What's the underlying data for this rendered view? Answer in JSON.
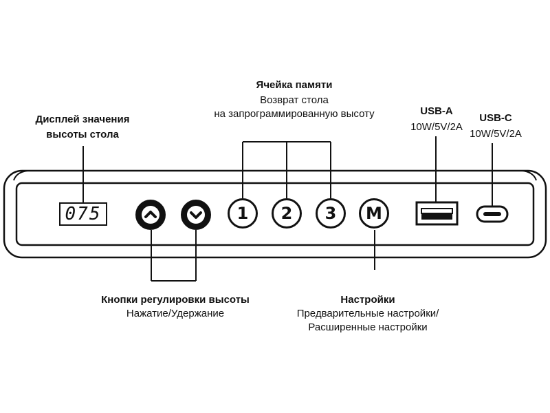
{
  "display": {
    "value": "075"
  },
  "buttons": {
    "up_icon": "chevron-up-icon",
    "down_icon": "chevron-down-icon",
    "memory_1": "1",
    "memory_2": "2",
    "memory_3": "3",
    "settings": "M"
  },
  "labels": {
    "display_line1": "Дисплей значения",
    "display_line2": "высоты стола",
    "memory_title": "Ячейка памяти",
    "memory_line1": "Возврат стола",
    "memory_line2": "на запрограммированную высоту",
    "usb_a_title": "USB-A",
    "usb_a_spec": "10W/5V/2A",
    "usb_c_title": "USB-C",
    "usb_c_spec": "10W/5V/2A",
    "height_title": "Кнопки регулировки высоты",
    "height_sub": "Нажатие/Удержание",
    "settings_title": "Настройки",
    "settings_line1": "Предварительные настройки/",
    "settings_line2": "Расширенные настройки"
  },
  "colors": {
    "ink": "#111111",
    "background": "#ffffff"
  }
}
